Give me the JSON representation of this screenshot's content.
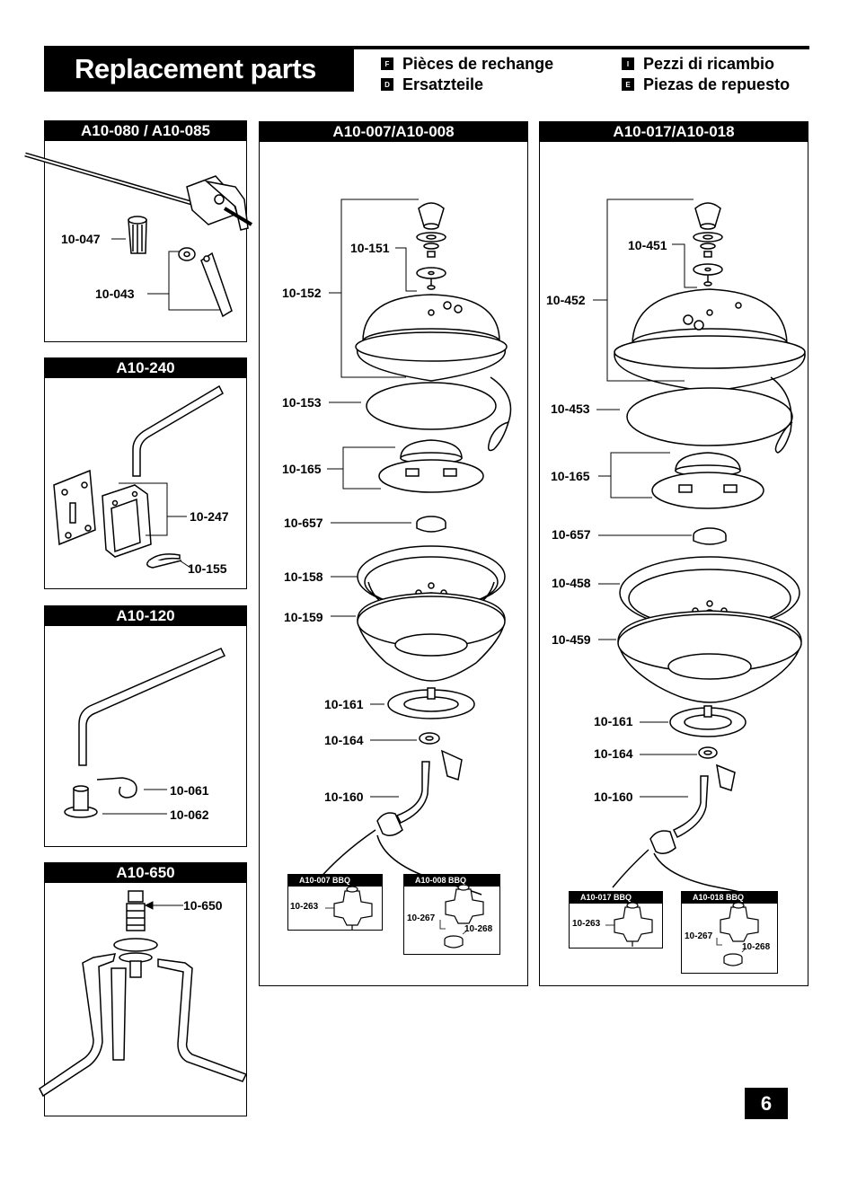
{
  "header": {
    "title": "Replacement parts",
    "languages": [
      {
        "code": "F",
        "label": "Pièces de rechange"
      },
      {
        "code": "D",
        "label": "Ersatzteile"
      },
      {
        "code": "I",
        "label": "Pezzi di ricambio"
      },
      {
        "code": "E",
        "label": "Piezas de repuesto"
      }
    ]
  },
  "panels": {
    "a10_080": {
      "title": "A10-080 / A10-085",
      "labels": [
        "10-047",
        "10-043"
      ]
    },
    "a10_240": {
      "title": "A10-240",
      "labels": [
        "10-247",
        "10-155"
      ]
    },
    "a10_120": {
      "title": "A10-120",
      "labels": [
        "10-061",
        "10-062"
      ]
    },
    "a10_650": {
      "title": "A10-650",
      "labels": [
        "10-650"
      ]
    },
    "a10_007": {
      "title": "A10-007/A10-008",
      "labels": [
        "10-151",
        "10-152",
        "10-153",
        "10-165",
        "10-657",
        "10-158",
        "10-159",
        "10-161",
        "10-164",
        "10-160"
      ],
      "sub_a": {
        "title": "A10-007 BBQ",
        "labels": [
          "10-263"
        ]
      },
      "sub_b": {
        "title": "A10-008 BBQ",
        "labels": [
          "10-267",
          "10-268"
        ]
      }
    },
    "a10_017": {
      "title": "A10-017/A10-018",
      "labels": [
        "10-451",
        "10-452",
        "10-453",
        "10-165",
        "10-657",
        "10-458",
        "10-459",
        "10-161",
        "10-164",
        "10-160"
      ],
      "sub_a": {
        "title": "A10-017 BBQ",
        "labels": [
          "10-263"
        ]
      },
      "sub_b": {
        "title": "A10-018 BBQ",
        "labels": [
          "10-267",
          "10-268"
        ]
      }
    }
  },
  "page_number": "6"
}
